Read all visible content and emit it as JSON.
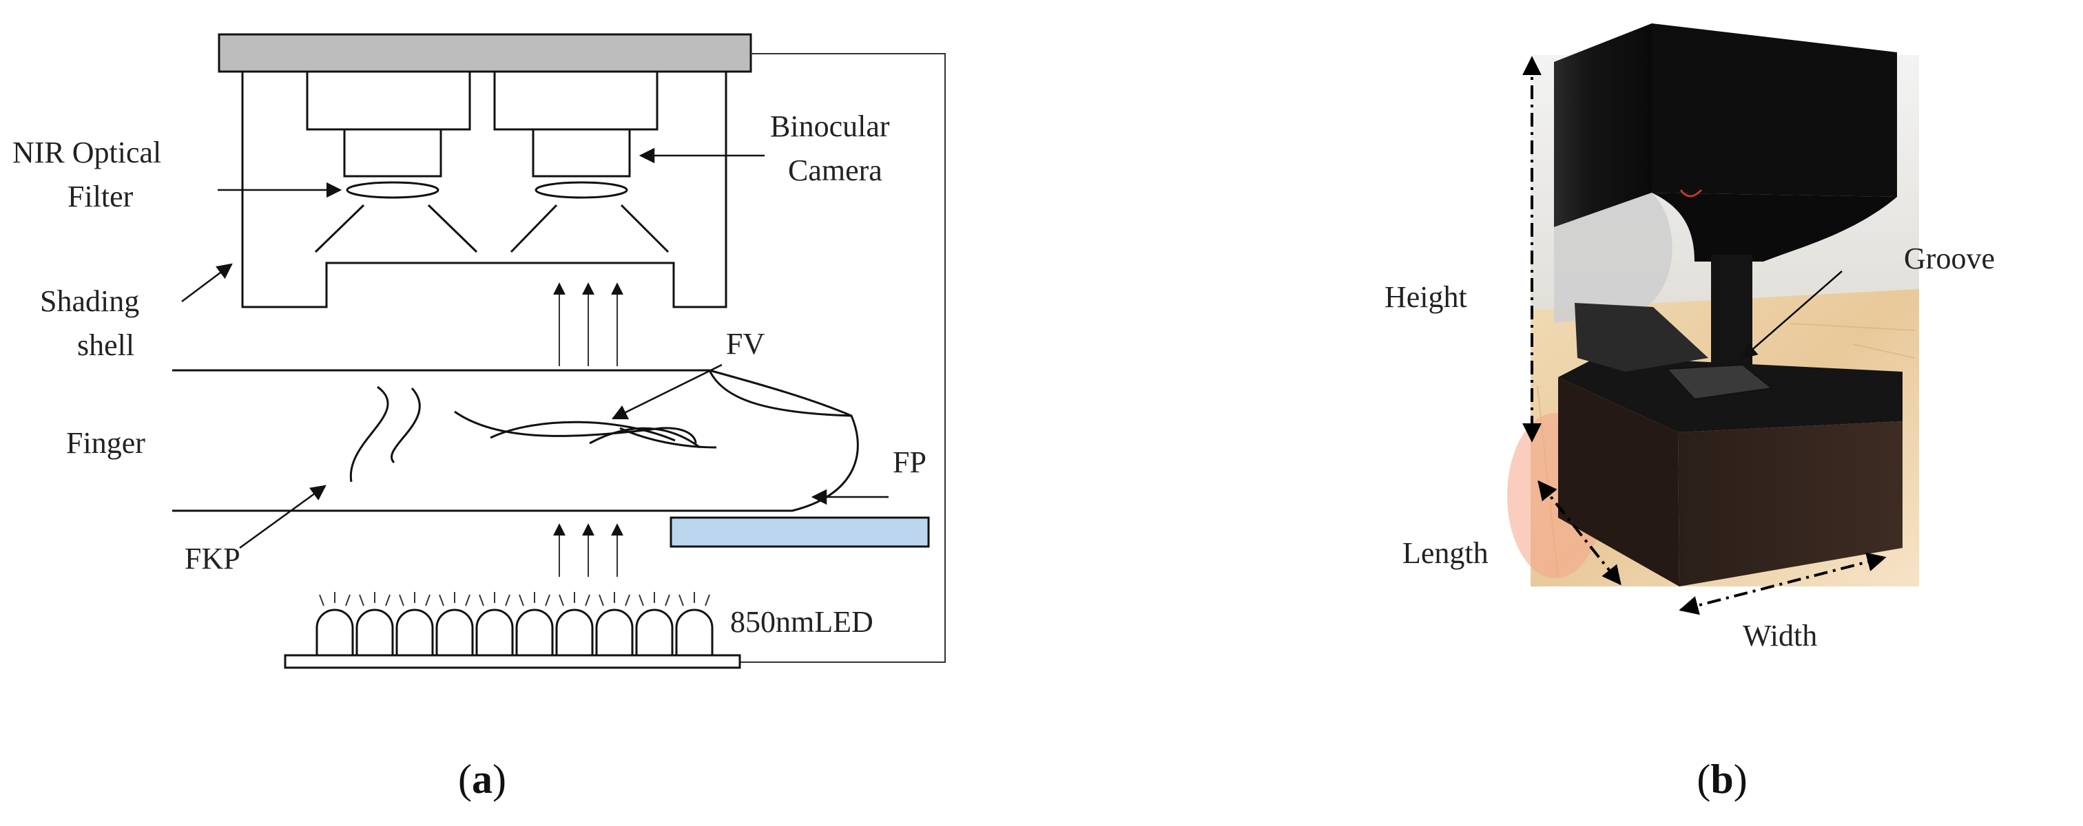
{
  "panel_a": {
    "labels": {
      "nir_filter_line1": "NIR Optical",
      "nir_filter_line2": "Filter",
      "binocular_line1": "Binocular",
      "binocular_line2": "Camera",
      "shading_line1": "Shading",
      "shading_line2": "shell",
      "fv": "FV",
      "finger": "Finger",
      "fp": "FP",
      "fkp": "FKP",
      "led": "850nmLED"
    },
    "caption": {
      "open": "(",
      "letter": "a",
      "close": ")"
    },
    "colors": {
      "top_plate": "#bdbdbd",
      "glass_plate": "#bcd6f0",
      "line": "#111111"
    }
  },
  "panel_b": {
    "labels": {
      "height": "Height",
      "groove": "Groove",
      "length": "Length",
      "width": "Width"
    },
    "caption": {
      "open": "(",
      "letter": "b",
      "close": ")"
    },
    "colors": {
      "device_dark": "#1a1a1a",
      "device_base": "#3a2a22",
      "desk": "#e8c99a"
    }
  }
}
